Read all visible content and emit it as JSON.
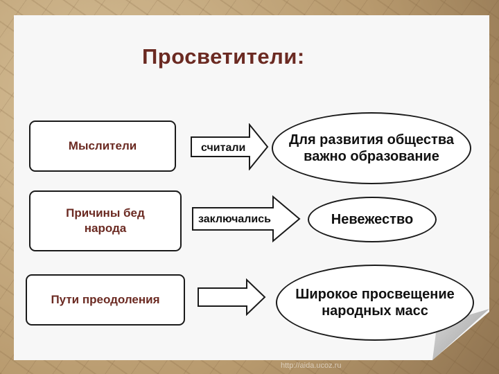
{
  "title": "Просветители:",
  "rows": [
    {
      "box": "Мыслители",
      "arrow_label": "считали",
      "result": "Для развития общества важно образование"
    },
    {
      "box": "Причины бед народа",
      "arrow_label": "заключались",
      "result": "Невежество"
    },
    {
      "box": "Пути преодоления",
      "arrow_label": "",
      "result": "Широкое просвещение народных масс"
    }
  ],
  "watermark": "http://aida.ucoz.ru",
  "colors": {
    "box_text": "#6b2a22",
    "title": "#6b2a22"
  }
}
